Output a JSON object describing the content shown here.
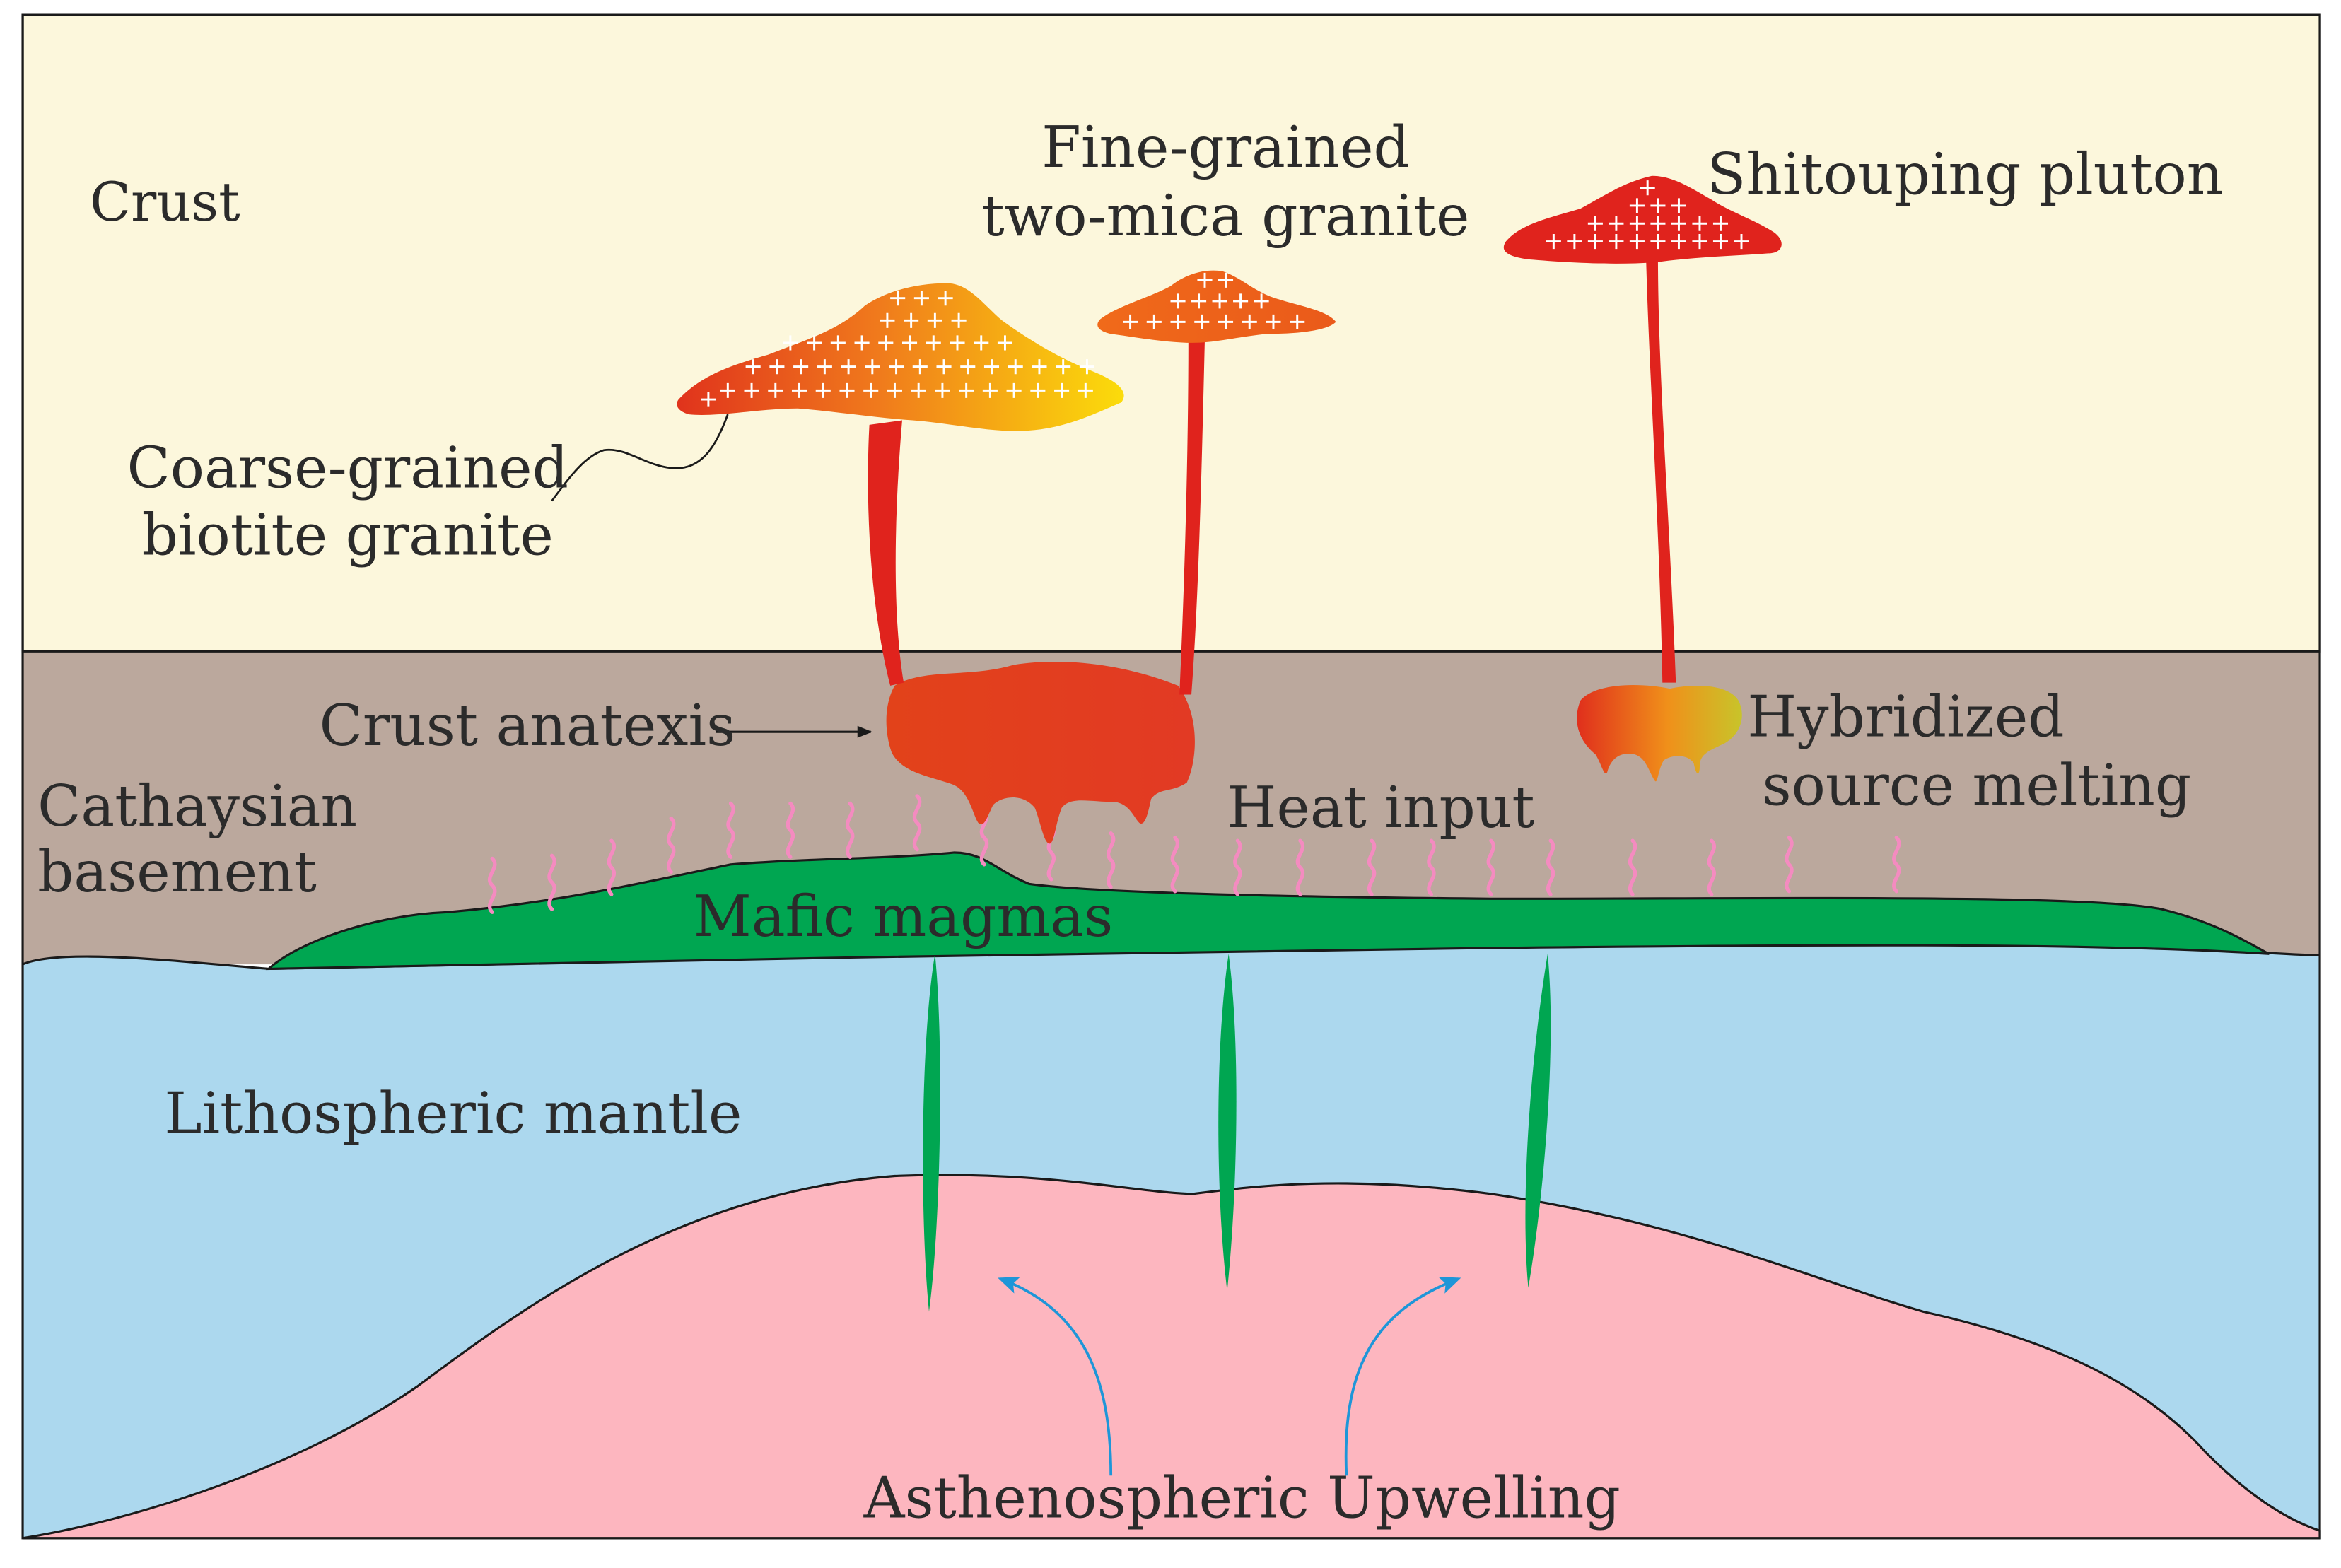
{
  "labels": {
    "crust": "Crust",
    "fine_grained_line1": "Fine-grained",
    "fine_grained_line2": "two-mica granite",
    "shitouping_pluton": "Shitouping pluton",
    "coarse_grained_line1": "Coarse-grained",
    "coarse_grained_line2": "biotite granite",
    "crust_anatexis": "Crust anatexis",
    "hybridized_line1": "Hybridized",
    "hybridized_line2": "source melting",
    "cathaysian_line1": "Cathaysian",
    "cathaysian_line2": "basement",
    "heat_input": "Heat input",
    "mafic_magmas": "Mafic magmas",
    "lithospheric_mantle": "Lithospheric mantle",
    "asthenospheric_upwelling": "Asthenospheric Upwelling"
  },
  "colors": {
    "crust": "#fcf7dc",
    "basement": "#bba89d",
    "lithospheric_mantle": "#acd8ee",
    "asthenosphere": "#fdb6bf",
    "mafic": "#00a651",
    "magma_red": "#e0231d",
    "magma_orange": "#f07a1c",
    "magma_yellow": "#fbd80b",
    "heat_waves": "#f48bc0",
    "upwelling_arrows": "#1e96d8",
    "outline": "#1a1a1a",
    "text": "#2b2b2b"
  }
}
